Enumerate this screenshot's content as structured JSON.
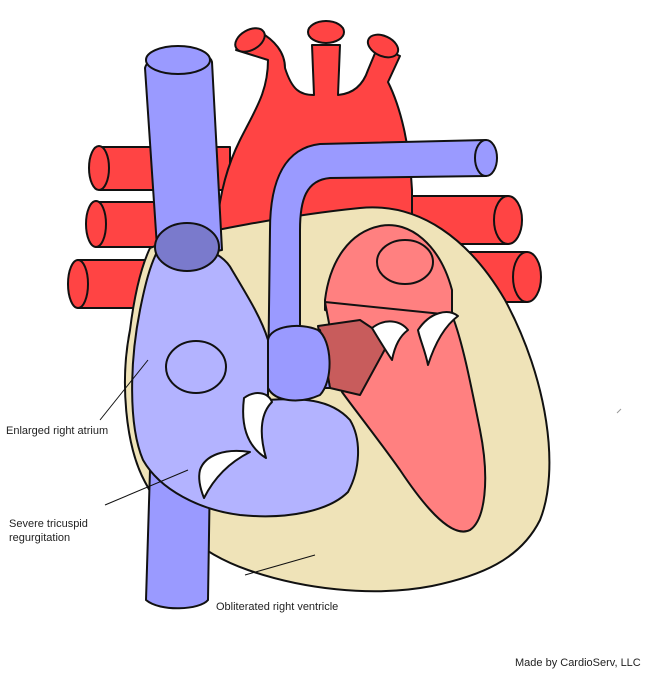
{
  "labels": {
    "enlarged_right_atrium": "Enlarged right atrium",
    "severe_tricuspid_regurgitation": "Severe tricuspid regurgitation",
    "obliterated_right_ventricle": "Obliterated right ventricle"
  },
  "credit": "Made by CardioServ, LLC",
  "colors": {
    "oxygenated": "#ff4444",
    "deoxygenated_vessel": "#9a9aff",
    "right_atrium": "#b3b3ff",
    "left_heart_chamber": "#ff8080",
    "pericardium": "#efe3b8",
    "outline": "#111111"
  }
}
